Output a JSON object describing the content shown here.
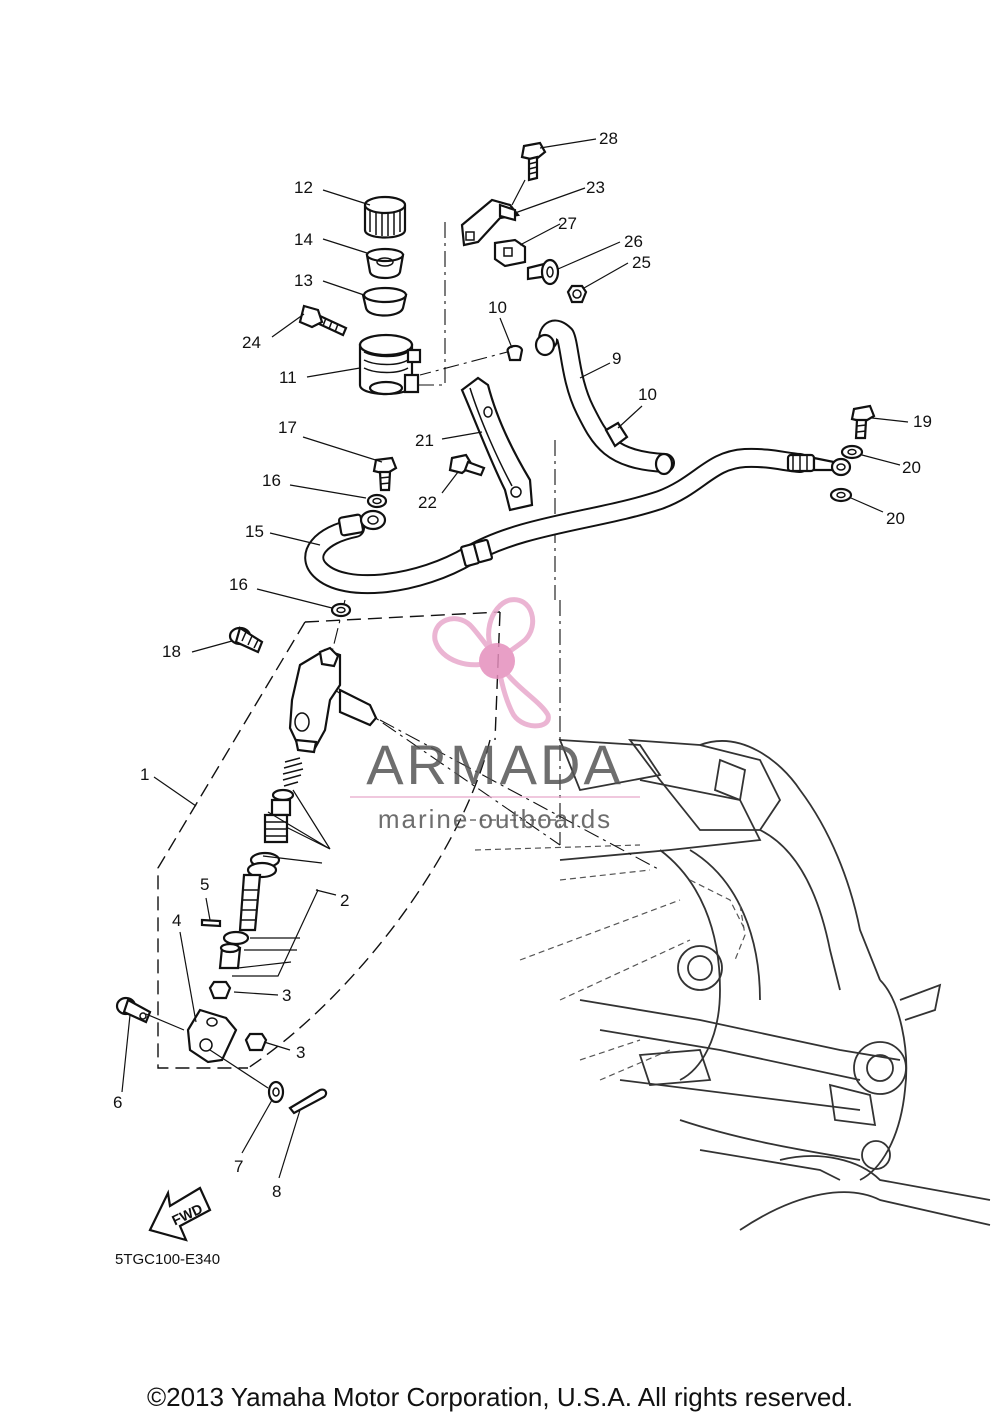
{
  "diagram": {
    "code": "5TGC100-E340",
    "fwd_label": "FWD",
    "copyright": "©2013 Yamaha Motor Corporation, U.S.A. All rights reserved.",
    "watermark": {
      "brand": "ARMADA",
      "tagline": "marine outboards",
      "color": "#e8a9cc",
      "dot_color": "#e58fbd"
    },
    "callouts": {
      "c1": "1",
      "c2": "2",
      "c3a": "3",
      "c3b": "3",
      "c4": "4",
      "c5": "5",
      "c6": "6",
      "c7": "7",
      "c8": "8",
      "c9": "9",
      "c10a": "10",
      "c10b": "10",
      "c11": "11",
      "c12": "12",
      "c13": "13",
      "c14": "14",
      "c15": "15",
      "c16a": "16",
      "c16b": "16",
      "c17": "17",
      "c18": "18",
      "c19": "19",
      "c20a": "20",
      "c20b": "20",
      "c21": "21",
      "c22": "22",
      "c23": "23",
      "c24": "24",
      "c25": "25",
      "c26": "26",
      "c27": "27",
      "c28": "28"
    }
  }
}
